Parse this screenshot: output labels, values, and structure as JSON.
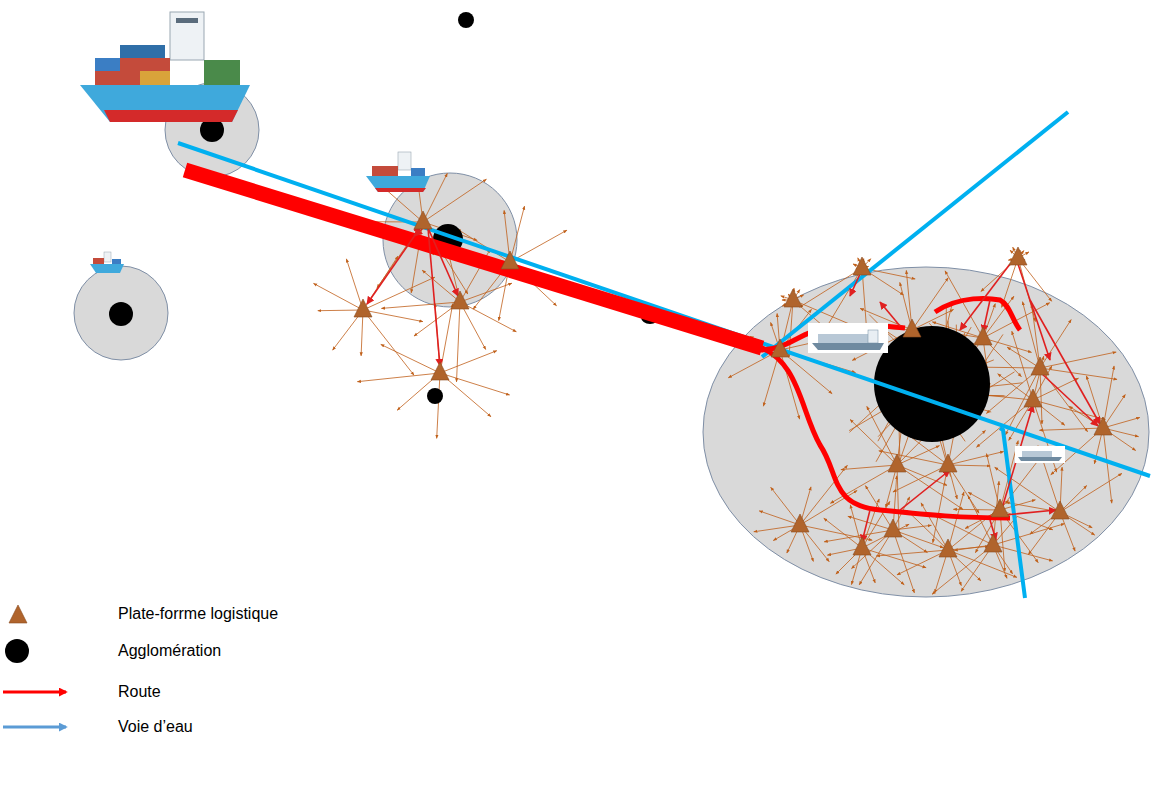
{
  "diagram": {
    "legend": [
      {
        "text": "Plate-forrme logistique"
      },
      {
        "text": "Agglomération"
      },
      {
        "text": "Route"
      },
      {
        "text": "Voie d’eau"
      }
    ]
  }
}
